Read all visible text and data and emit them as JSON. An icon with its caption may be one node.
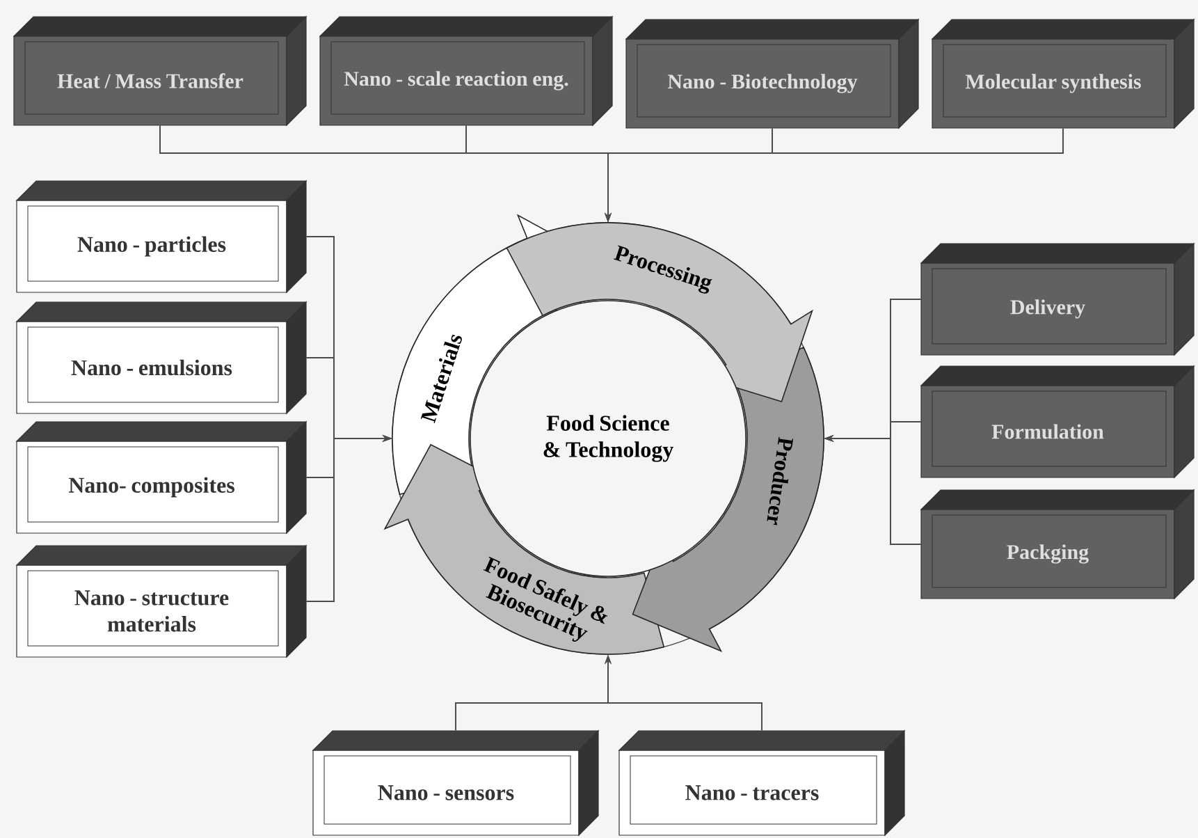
{
  "diagram": {
    "nodes": [
      {
        "text": [
          "Heat / Mass Transfer"
        ]
      },
      {
        "text": [
          "Nano - scale reaction eng."
        ]
      },
      {
        "text": [
          "Nano - Biotechnology"
        ]
      },
      {
        "text": [
          "Molecular synthesis"
        ]
      },
      {
        "text": [
          "Nano - particles"
        ]
      },
      {
        "text": [
          "Nano - emulsions"
        ]
      },
      {
        "text": [
          "Nano- composites"
        ]
      },
      {
        "text": [
          "Nano - structure materials"
        ]
      },
      {
        "text": [
          "Food Science & Technology"
        ]
      },
      {
        "text": [
          "Processing"
        ]
      },
      {
        "text": [
          "Producer"
        ]
      },
      {
        "text": [
          "Food Safely & Biosecurity"
        ]
      },
      {
        "text": [
          "Materials"
        ]
      },
      {
        "text": [
          "Delivery"
        ]
      },
      {
        "text": [
          "Formulation"
        ]
      },
      {
        "text": [
          "Packging"
        ]
      },
      {
        "text": [
          "Nano - sensors"
        ]
      },
      {
        "text": [
          "Nano - tracers"
        ]
      }
    ],
    "edges": [
      {
        "from": 0,
        "to": 9,
        "arrow": "to"
      },
      {
        "from": 1,
        "to": 9,
        "arrow": "to"
      },
      {
        "from": 2,
        "to": 9,
        "arrow": "to"
      },
      {
        "from": 3,
        "to": 9,
        "arrow": "to"
      },
      {
        "from": 4,
        "to": 12,
        "arrow": "to"
      },
      {
        "from": 5,
        "to": 12,
        "arrow": "to"
      },
      {
        "from": 6,
        "to": 12,
        "arrow": "to"
      },
      {
        "from": 7,
        "to": 12,
        "arrow": "to"
      },
      {
        "from": 13,
        "to": 10,
        "arrow": "to"
      },
      {
        "from": 14,
        "to": 10,
        "arrow": "to"
      },
      {
        "from": 15,
        "to": 10,
        "arrow": "to"
      },
      {
        "from": 16,
        "to": 11,
        "arrow": "to"
      },
      {
        "from": 17,
        "to": 11,
        "arrow": "to"
      }
    ]
  }
}
